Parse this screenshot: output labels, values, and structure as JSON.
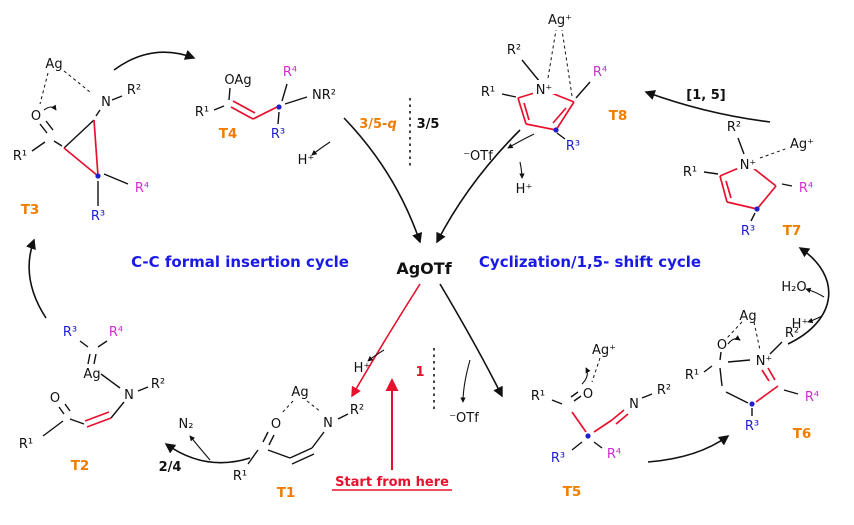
{
  "cycles": {
    "catalyst": "AgOTf",
    "left_title": "C-C formal insertion cycle",
    "right_title": "Cyclization/1,5- shift cycle"
  },
  "intermediates": {
    "t1": "T1",
    "t2": "T2",
    "t3": "T3",
    "t4": "T4",
    "t5": "T5",
    "t6": "T6",
    "t7": "T7",
    "t8": "T8"
  },
  "atoms": {
    "ag": "Ag",
    "ag_plus": "Ag⁺",
    "o": "O",
    "oag": "OAg",
    "n": "N",
    "n_plus": "N⁺",
    "nr2": "NR²",
    "r1": "R¹",
    "r2": "R²",
    "r3": "R³",
    "r4": "R⁴"
  },
  "species": {
    "h_plus": "H⁺",
    "otf": "⁻OTf",
    "n2": "N₂",
    "h2o": "H₂O"
  },
  "steps": {
    "start": "Start from here",
    "one": "1",
    "two_four": "2/4",
    "three_five": "3/5",
    "three_five_q_prefix": "3/5-",
    "three_five_q_suffix": "q",
    "shift_15": "[1, 5]"
  },
  "colors": {
    "bond_red": "#e8112d",
    "r3_blue": "#2020cc",
    "r4_magenta": "#cc2fcc",
    "label_orange": "#f07d00",
    "title_blue": "#1a1ae6",
    "start_red": "#e8112d"
  }
}
